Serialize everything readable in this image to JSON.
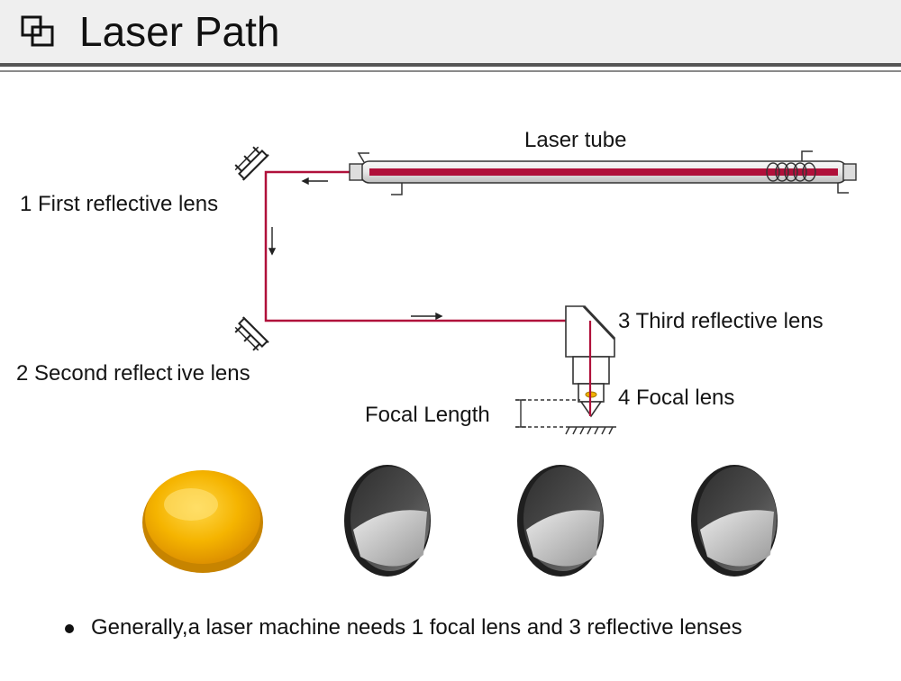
{
  "header": {
    "title": "Laser Path",
    "icon": "overlapping-squares-icon"
  },
  "diagram": {
    "labels": {
      "laser_tube": "Laser tube",
      "first_lens": "1 First reflective lens",
      "second_lens": "2 Second reflect ive lens",
      "third_lens": "3 Third reflective lens",
      "focal_lens": "4 Focal lens",
      "focal_length": "Focal Length"
    },
    "beam_color": "#b0103a",
    "arrows": [
      "arrow-left-icon",
      "arrow-down-icon",
      "arrow-right-icon"
    ]
  },
  "lenses": {
    "items": [
      "yellow-focal-lens",
      "reflective-mirror",
      "reflective-mirror",
      "reflective-mirror"
    ],
    "focal_lens_color": "#f2b100",
    "mirror_color": "#4a4a4a"
  },
  "footer": {
    "note": "Generally,a laser machine needs 1 focal lens and 3 reflective lenses"
  }
}
